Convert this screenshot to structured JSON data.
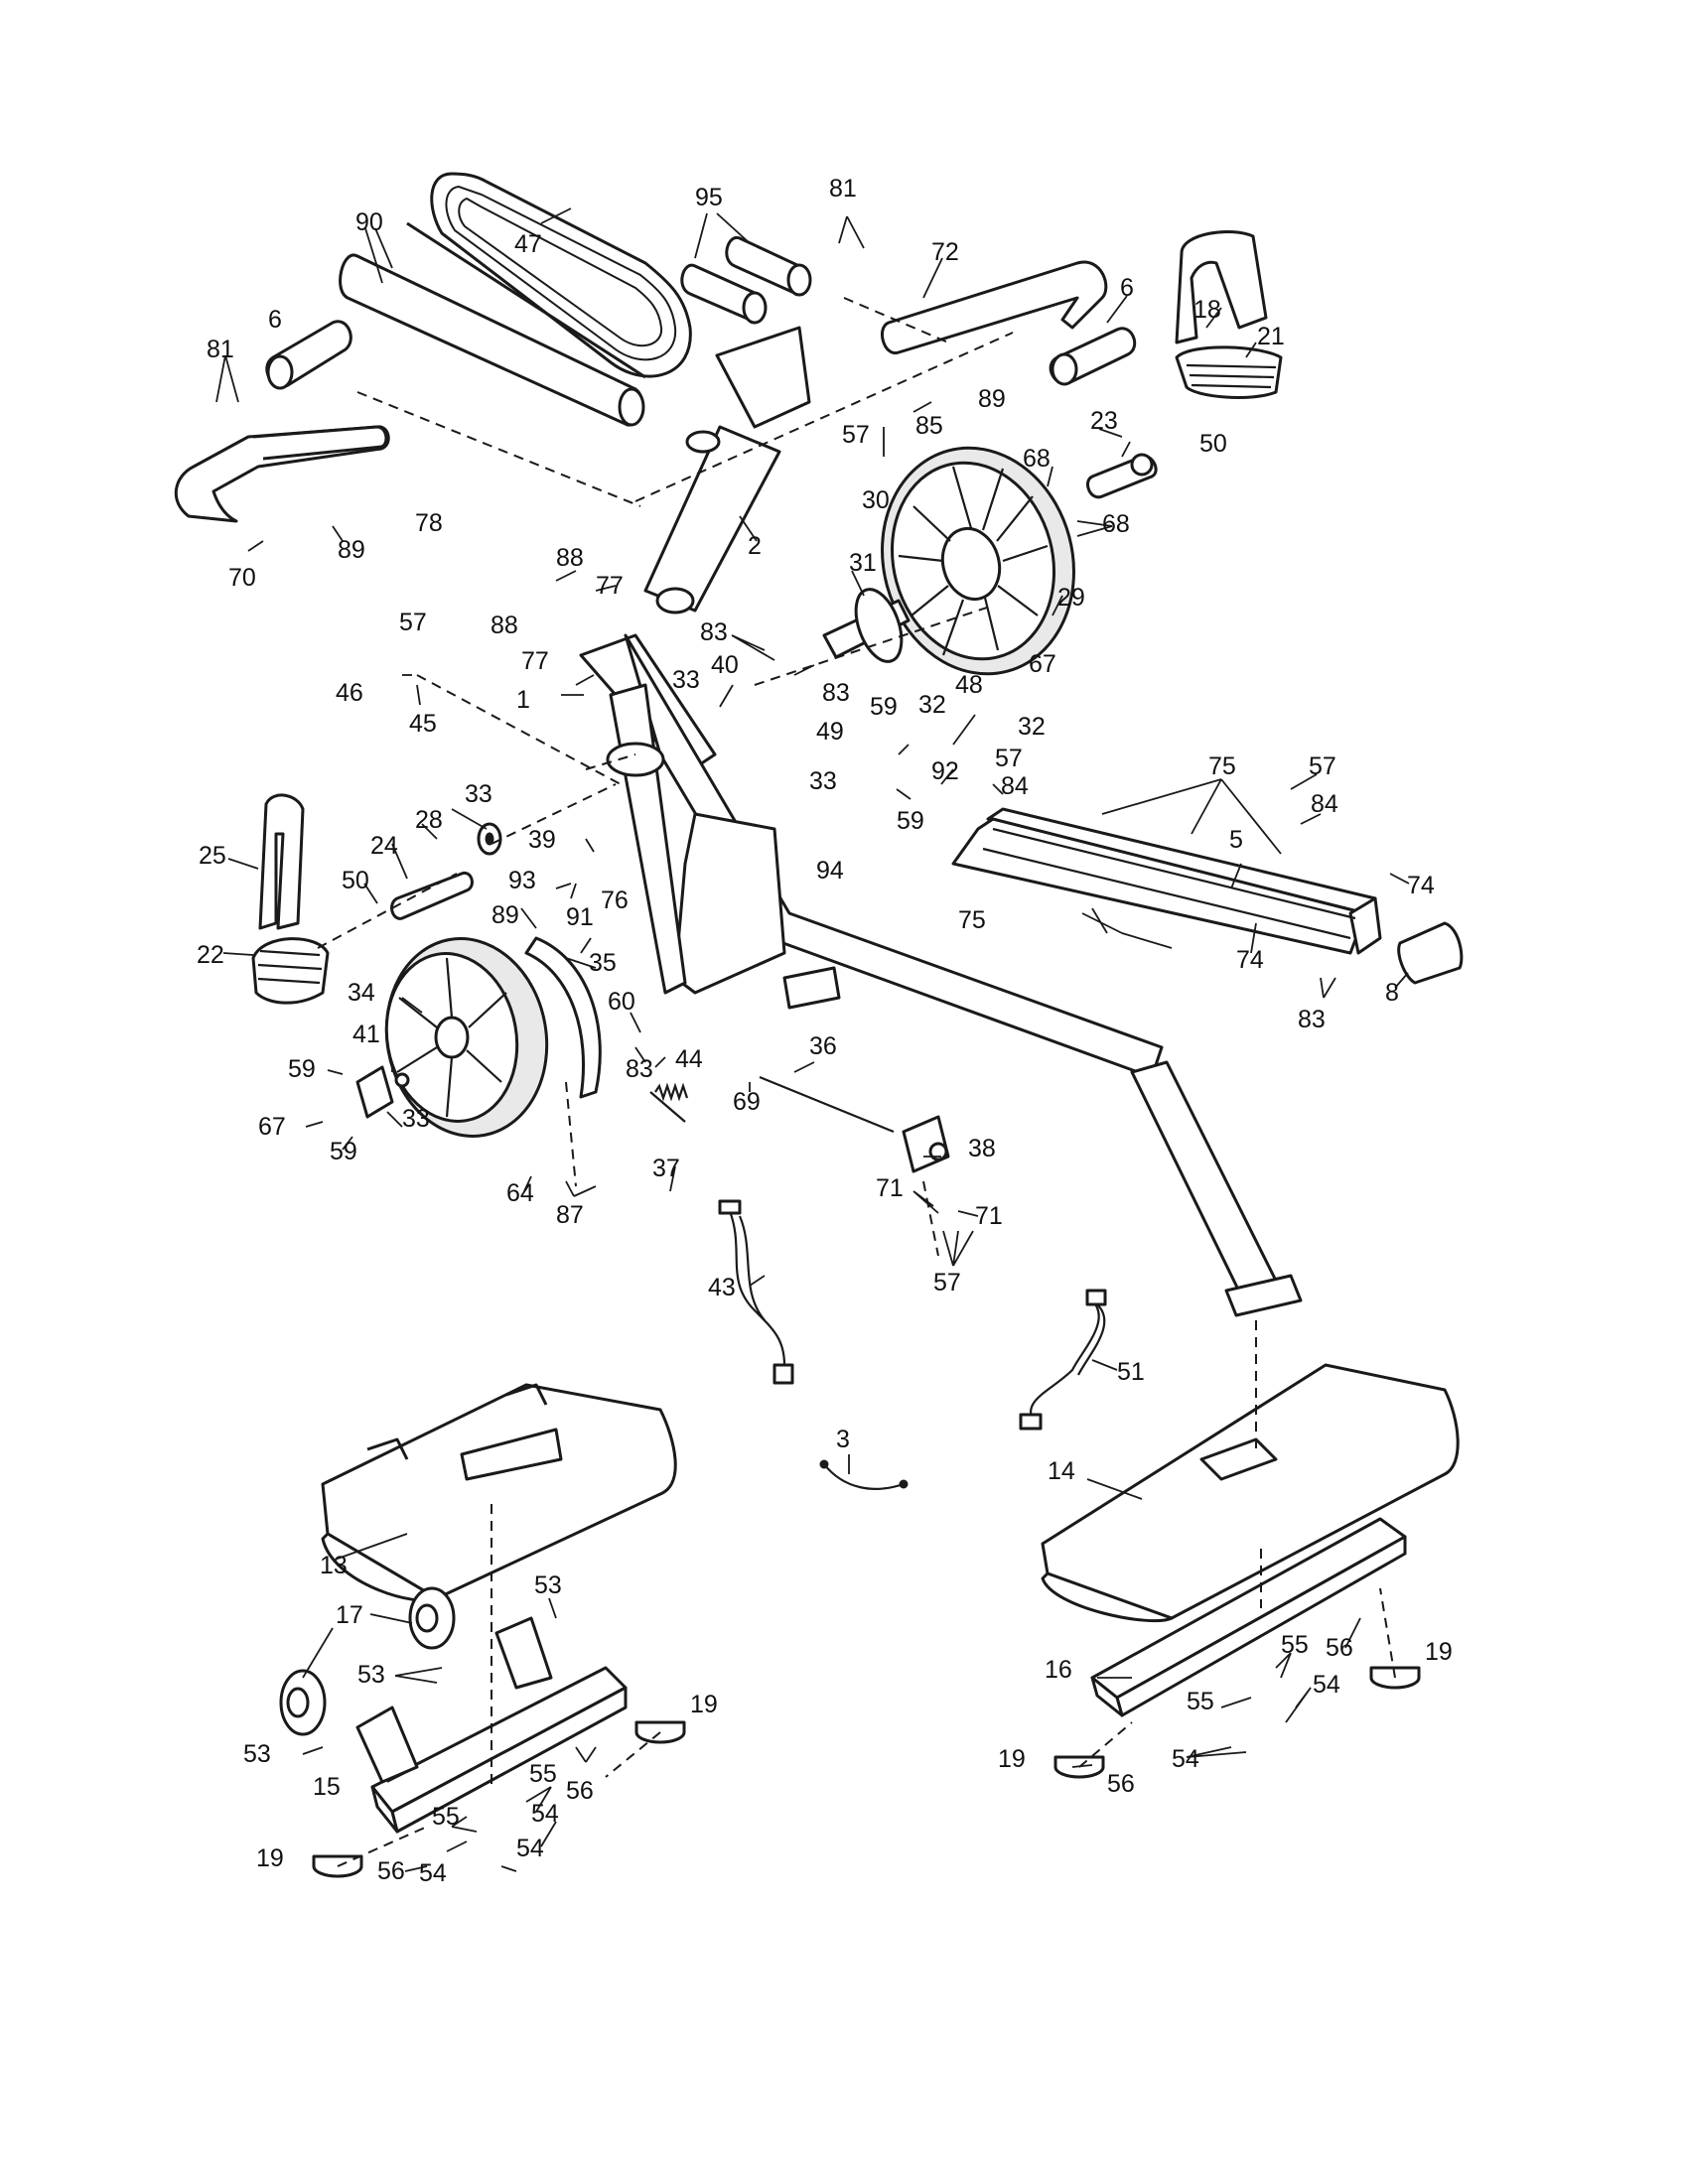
{
  "callouts": [
    "47",
    "95",
    "81",
    "90",
    "72",
    "6",
    "18",
    "21",
    "6",
    "81",
    "89",
    "85",
    "57",
    "23",
    "50",
    "68",
    "2",
    "30",
    "68",
    "70",
    "89",
    "78",
    "88",
    "31",
    "29",
    "88",
    "77",
    "77",
    "57",
    "83",
    "1",
    "33",
    "40",
    "83",
    "67",
    "46",
    "45",
    "59",
    "32",
    "48",
    "32",
    "49",
    "57",
    "92",
    "33",
    "84",
    "59",
    "75",
    "57",
    "84",
    "33",
    "39",
    "94",
    "28",
    "24",
    "5",
    "74",
    "25",
    "93",
    "76",
    "50",
    "89",
    "91",
    "75",
    "22",
    "35",
    "74",
    "83",
    "8",
    "34",
    "60",
    "36",
    "41",
    "83",
    "44",
    "69",
    "59",
    "33",
    "67",
    "59",
    "38",
    "64",
    "37",
    "87",
    "71",
    "71",
    "57",
    "43",
    "51",
    "3",
    "14",
    "13",
    "53",
    "17",
    "55",
    "56",
    "19",
    "53",
    "16",
    "19",
    "55",
    "54",
    "53",
    "55",
    "56",
    "55",
    "54",
    "19",
    "56",
    "54",
    "19",
    "56",
    "54",
    "15",
    "54"
  ]
}
